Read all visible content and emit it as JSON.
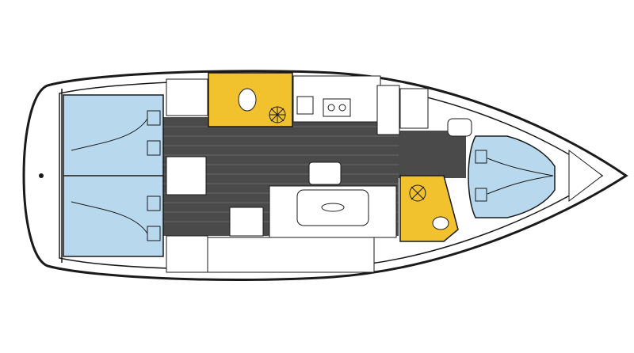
{
  "diagram": {
    "colors": {
      "background": "#ffffff",
      "hull_outline": "#1a1a1a",
      "cabin_berth": "#b8d8ee",
      "head_compartment": "#f2c12e",
      "saloon_floor": "#4a4a4a",
      "furniture": "#ffffff"
    },
    "areas": [
      {
        "name": "aft-cabin",
        "icon": "double-berth"
      },
      {
        "name": "aft-head",
        "icon": "toilet-shower"
      },
      {
        "name": "galley",
        "icon": "stove-sink"
      },
      {
        "name": "saloon",
        "icon": "table-seating"
      },
      {
        "name": "chart-table",
        "icon": "desk"
      },
      {
        "name": "forward-head",
        "icon": "toilet-shower"
      },
      {
        "name": "forward-cabin",
        "icon": "v-berth"
      }
    ]
  }
}
